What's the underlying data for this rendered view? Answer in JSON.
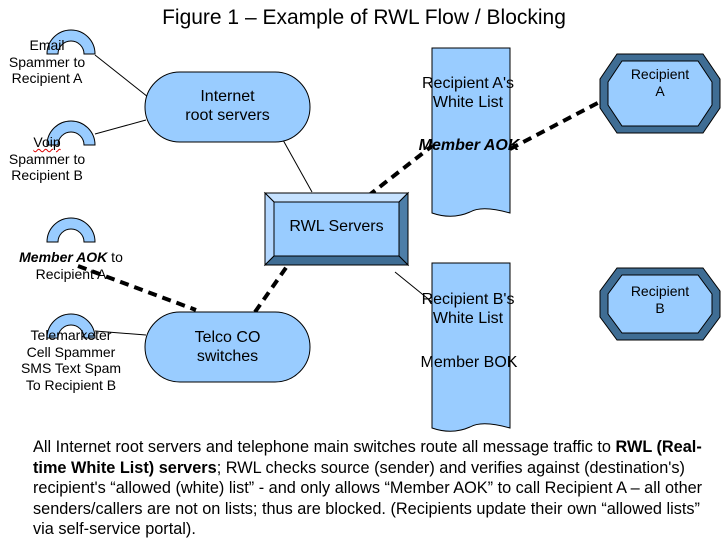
{
  "title": "Figure 1 – Example of RWL Flow / Blocking",
  "sources": {
    "email_lines": [
      "Email",
      "Spammer to",
      "Recipient A"
    ],
    "voip_first": "Voip",
    "voip_rest": [
      "Spammer to",
      "Recipient B"
    ],
    "member_aok_first": "Member AOK",
    "member_aok_first_suffix": " to",
    "member_aok_second": "Recipient A",
    "telemarketer_lines": [
      "Telemarketer",
      "Cell Spammer",
      "SMS Text Spam",
      "To Recipient B"
    ]
  },
  "nodes": {
    "internet_root": [
      "Internet",
      "root servers"
    ],
    "telco_co": [
      "Telco CO",
      "switches"
    ],
    "rwl_servers": "RWL Servers",
    "recipient_a": [
      "Recipient",
      "A"
    ],
    "recipient_b": [
      "Recipient",
      "B"
    ]
  },
  "whitelists": {
    "a_title": [
      "Recipient A's",
      "White List"
    ],
    "a_member": "Member AOK",
    "b_title": [
      "Recipient B's",
      "White List"
    ],
    "b_member": "Member BOK"
  },
  "caption": {
    "part1": "All Internet root servers and telephone main switches route all message traffic to ",
    "bold": "RWL (Real-time White List) servers",
    "part2": "; RWL checks source (sender) and verifies against (destination's) recipient's “allowed (white) list” - and only allows “Member AOK” to call Recipient A – all other senders/callers are not on lists; thus are blocked. (Recipients update their own “allowed lists” via self-service portal)."
  },
  "colors": {
    "fill": "#99ccff",
    "stroke": "#000000",
    "bevel_light": "#c6e2ff",
    "bevel_dark": "#4d7ea8"
  }
}
